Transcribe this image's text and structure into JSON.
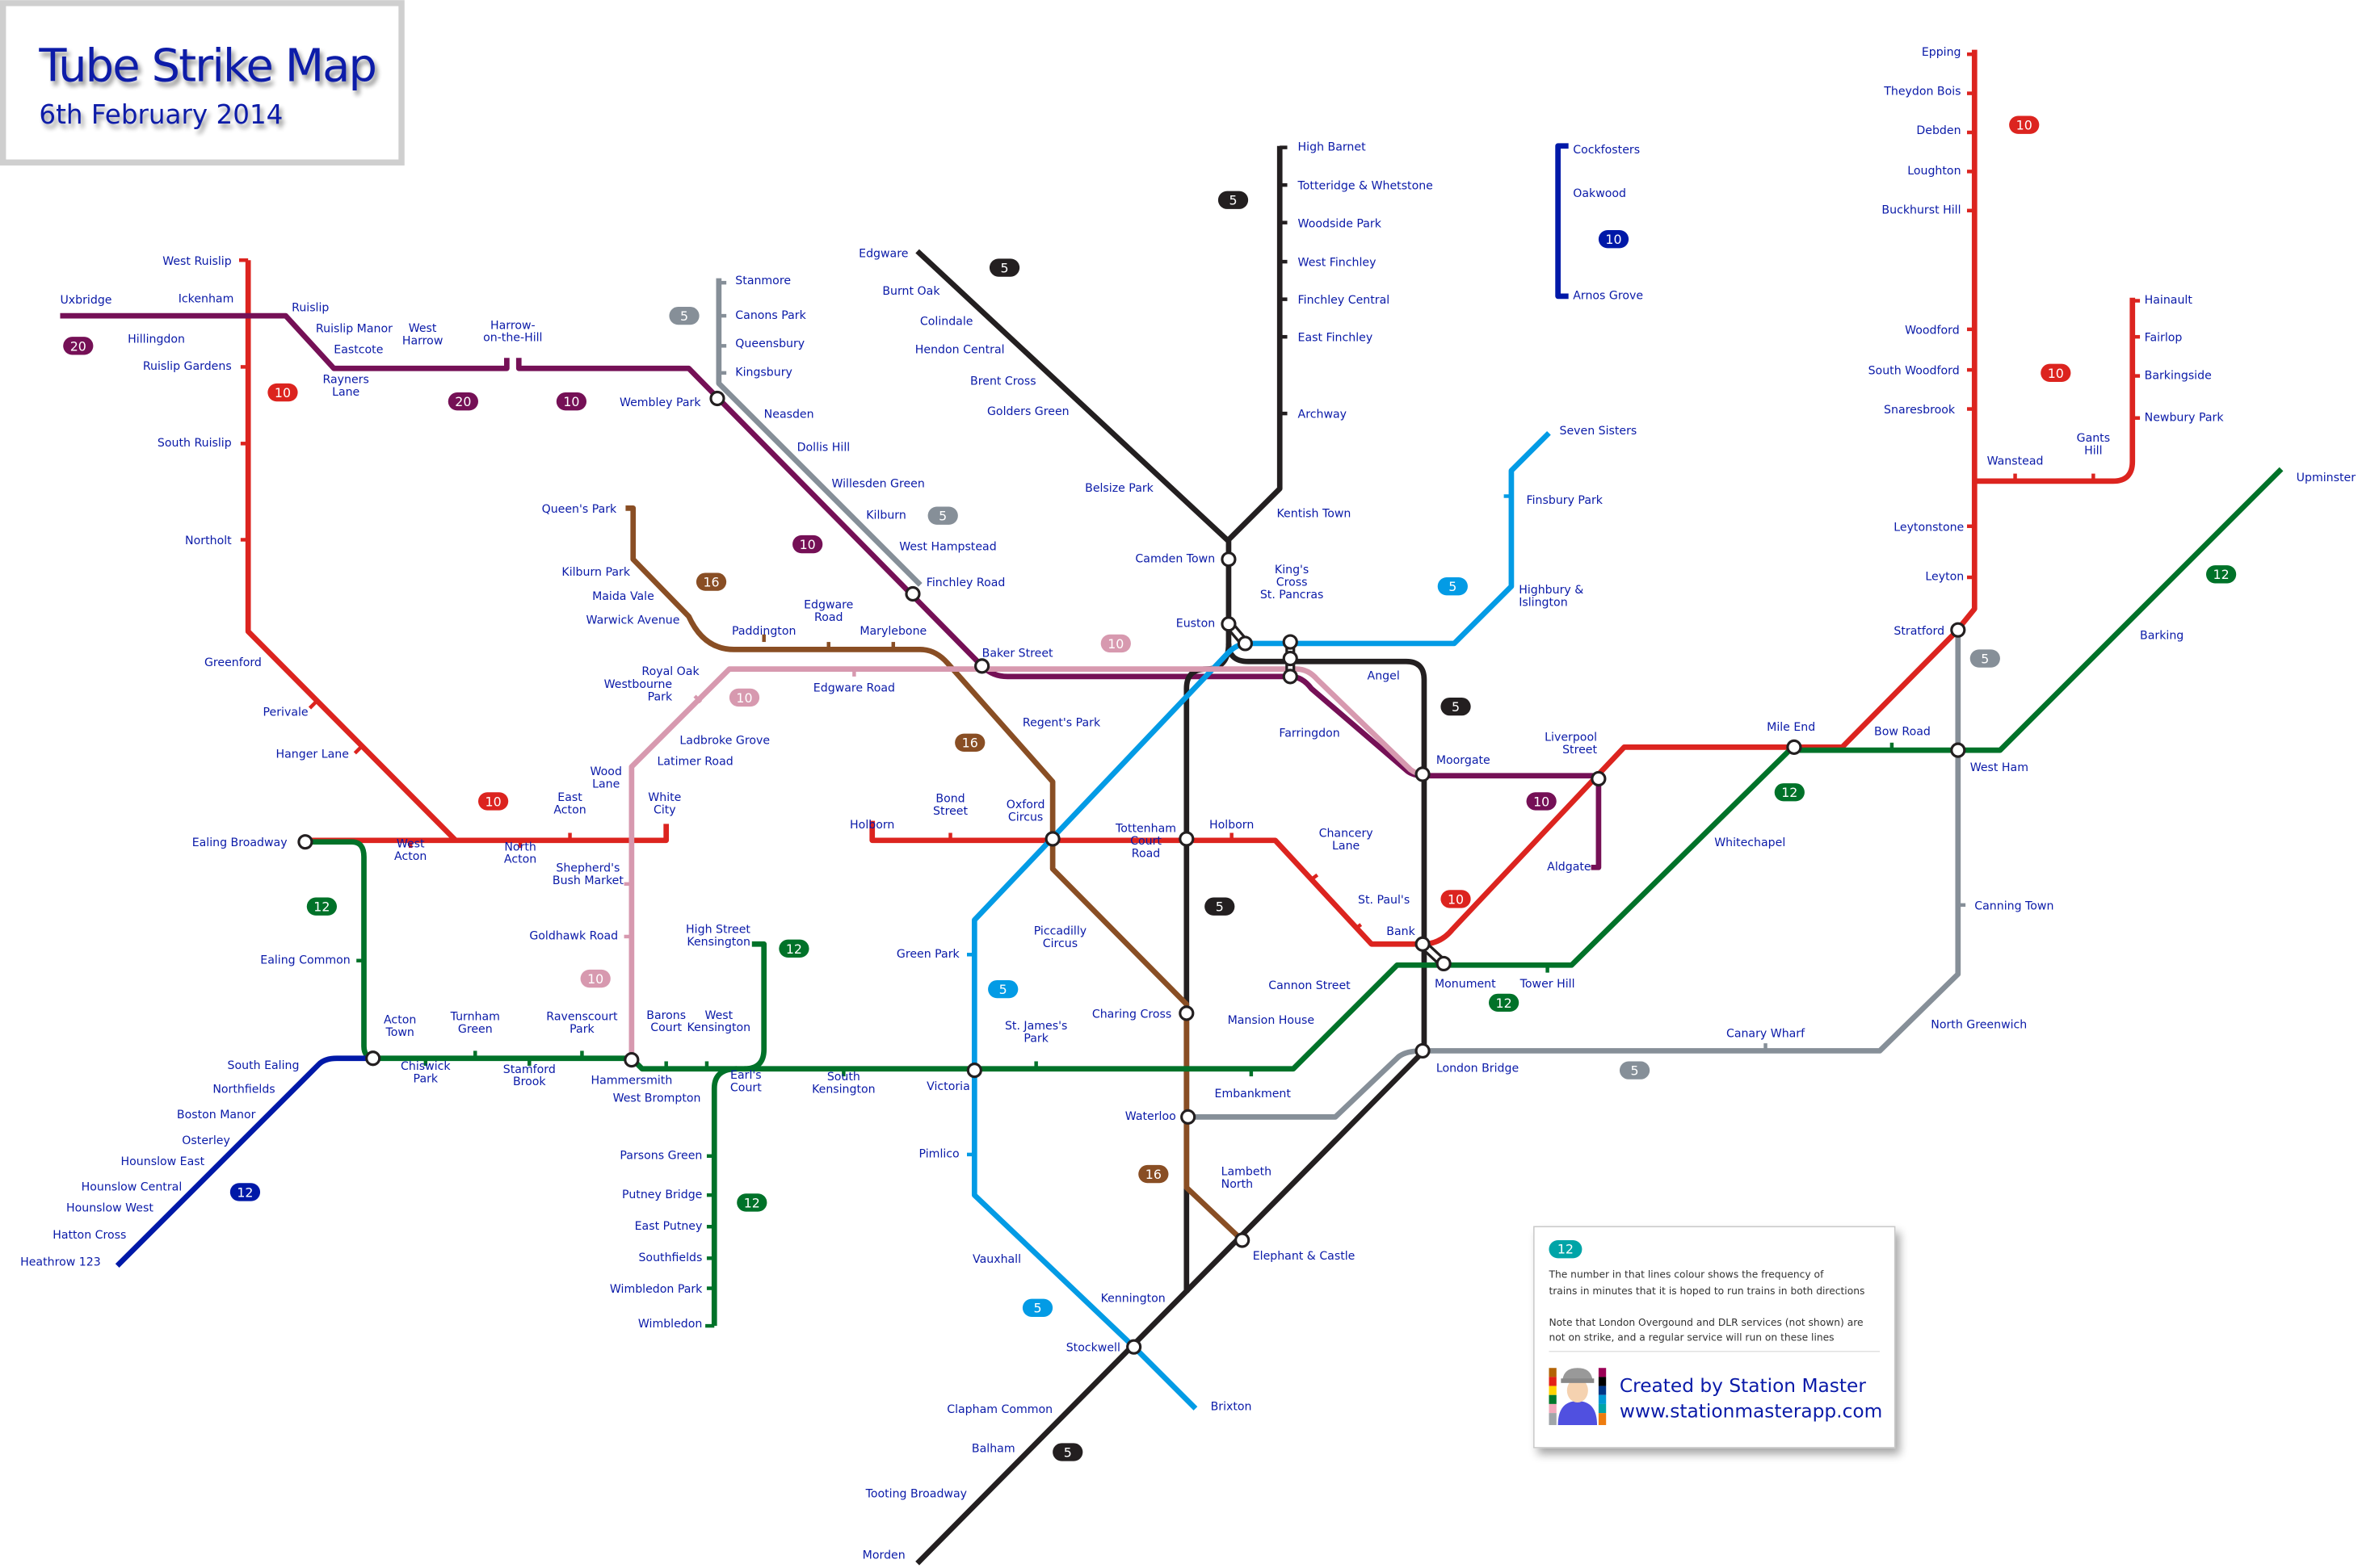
{
  "title": "Tube Strike Map",
  "subtitle": "6th February 2014",
  "line_colors": {
    "central": "#dc241f",
    "metropolitan": "#751056",
    "jubilee": "#868f98",
    "northern": "#231f20",
    "piccadilly": "#0019a8",
    "victoria": "#039be5",
    "bakerloo": "#894e24",
    "hammersmith_city": "#d799af",
    "district": "#007229",
    "legend": "#00a4a7"
  },
  "stations": {
    "westRuislip": "West Ruislip",
    "uxbridge": "Uxbridge",
    "ickenham": "Ickenham",
    "hillingdon": "Hillingdon",
    "ruislip": "Ruislip",
    "ruislipManor": "Ruislip Manor",
    "eastcote": "Eastcote",
    "westHarrow": [
      "West",
      "Harrow"
    ],
    "harrowHill": [
      "Harrow-",
      "on-the-Hill"
    ],
    "ruislipGardens": "Ruislip Gardens",
    "raynersLane": [
      "Rayners",
      "Lane"
    ],
    "southRuislip": "South Ruislip",
    "northolt": "Northolt",
    "greenford": "Greenford",
    "perivale": "Perivale",
    "hangerLane": "Hanger Lane",
    "ealingBroadway": "Ealing Broadway",
    "westActon": [
      "West",
      "Acton"
    ],
    "northActon": [
      "North",
      "Acton"
    ],
    "eastActon": [
      "East",
      "Acton"
    ],
    "shepherdsBush": [
      "Shepherd's",
      "Bush Market"
    ],
    "woodLane": [
      "Wood",
      "Lane"
    ],
    "whiteCity": [
      "White",
      "City"
    ],
    "goldhawkRoad": "Goldhawk Road",
    "ealingCommon": "Ealing Common",
    "actonTown": [
      "Acton",
      "Town"
    ],
    "chiswickPark": [
      "Chiswick",
      "Park"
    ],
    "turnhamGreen": [
      "Turnham",
      "Green"
    ],
    "stamfordBrook": [
      "Stamford",
      "Brook"
    ],
    "ravenscourtPark": [
      "Ravenscourt",
      "Park"
    ],
    "hammersmith": "Hammersmith",
    "baronsCourt": [
      "Barons",
      "Court"
    ],
    "westKensington": [
      "West",
      "Kensington"
    ],
    "westBrompton": "West Brompton",
    "earlsCourt": [
      "Earl's",
      "Court"
    ],
    "highStKen": [
      "High Street",
      "Kensington"
    ],
    "southKensington": [
      "South",
      "Kensington"
    ],
    "parsonsGreen": "Parsons Green",
    "putneyBridge": "Putney Bridge",
    "eastPutney": "East Putney",
    "southfields": "Southfields",
    "wimbledonPark": "Wimbledon Park",
    "wimbledon": "Wimbledon",
    "southEaling": "South Ealing",
    "northfields": "Northfields",
    "bostonManor": "Boston Manor",
    "osterley": "Osterley",
    "hounslowEast": "Hounslow East",
    "hounslowCentral": "Hounslow Central",
    "hounslowWest": "Hounslow West",
    "hattonCross": "Hatton Cross",
    "heathrow": "Heathrow 123",
    "wembleyPark": "Wembley Park",
    "stanmore": "Stanmore",
    "canonsPark": "Canons Park",
    "queensbury": "Queensbury",
    "kingsbury": "Kingsbury",
    "neasden": "Neasden",
    "dollisHill": "Dollis Hill",
    "willesdenGreen": "Willesden Green",
    "kilburn": "Kilburn",
    "westHampstead": "West Hampstead",
    "finchleyRoad": "Finchley Road",
    "bakerStreet": "Baker Street",
    "queensPark": "Queen's Park",
    "kilburnPark": "Kilburn Park",
    "maidaVale": "Maida Vale",
    "warwickAvenue": "Warwick Avenue",
    "paddington": "Paddington",
    "edgwareRoadB": [
      "Edgware",
      "Road"
    ],
    "marylebone": "Marylebone",
    "royalOak": "Royal Oak",
    "westbournePark": [
      "Westbourne",
      "Park"
    ],
    "ladbrokeGrove": "Ladbroke Grove",
    "latimerRoad": "Latimer Road",
    "edgwareRoadHC": "Edgware Road",
    "regentsPark": "Regent's Park",
    "edgware": "Edgware",
    "burntOak": "Burnt Oak",
    "colindale": "Colindale",
    "hendonCentral": "Hendon Central",
    "brentCross": "Brent Cross",
    "goldersGreen": "Golders Green",
    "belsizePark": "Belsize Park",
    "highBarnet": "High Barnet",
    "totteridge": "Totteridge & Whetstone",
    "woodsidePark": "Woodside Park",
    "westFinchley": "West Finchley",
    "finchleyCentral": "Finchley Central",
    "eastFinchley": "East Finchley",
    "archway": "Archway",
    "kentishTown": "Kentish Town",
    "camdenTown": "Camden Town",
    "euston": "Euston",
    "kingsCross": [
      "King's",
      "Cross",
      "St. Pancras"
    ],
    "cockfosters": "Cockfosters",
    "oakwood": "Oakwood",
    "arnosGrove": "Arnos Grove",
    "sevenSisters": "Seven Sisters",
    "finsburyPark": "Finsbury Park",
    "highbury": [
      "Highbury &",
      "Islington"
    ],
    "angel": "Angel",
    "farringdon": "Farringdon",
    "moorgate": "Moorgate",
    "liverpoolSt": [
      "Liverpool",
      "Street"
    ],
    "aldgate": "Aldgate",
    "holbornW": "Holborn",
    "bondStreet": [
      "Bond",
      "Street"
    ],
    "oxfordCircus": [
      "Oxford",
      "Circus"
    ],
    "tcr": [
      "Tottenham",
      "Court",
      "Road"
    ],
    "holbornE": "Holborn",
    "chanceryLane": [
      "Chancery",
      "Lane"
    ],
    "stPauls": "St. Paul's",
    "bank": "Bank",
    "monument": "Monument",
    "towerHill": "Tower Hill",
    "cannonStreet": "Cannon Street",
    "mansionHouse": "Mansion  House",
    "embankment": "Embankment",
    "charingCross": "Charing Cross",
    "piccadillyCircus": [
      "Piccadilly",
      "Circus"
    ],
    "greenPark": "Green Park",
    "stJamesPark": [
      "St. James's",
      "Park"
    ],
    "victoria": "Victoria",
    "waterloo": "Waterloo",
    "lambethNorth": [
      "Lambeth",
      "North"
    ],
    "elephant": "Elephant & Castle",
    "kennington": "Kennington",
    "vauxhall": "Vauxhall",
    "pimlico": "Pimlico",
    "stockwell": "Stockwell",
    "brixton": "Brixton",
    "claphamCommon": "Clapham Common",
    "balham": "Balham",
    "tooting": "Tooting Broadway",
    "morden": "Morden",
    "londonBridge": "London Bridge",
    "canaryWharf": "Canary Wharf",
    "northGreenwich": "North Greenwich",
    "canningTown": "Canning Town",
    "westHam": "West Ham",
    "bowRoad": "Bow Road",
    "mileEnd": "Mile End",
    "whitechapel": "Whitechapel",
    "stratford": "Stratford",
    "leyton": "Leyton",
    "leytonstone": "Leytonstone",
    "wanstead": "Wanstead",
    "gantsHill": [
      "Gants",
      "Hill"
    ],
    "newburyPark": "Newbury Park",
    "barkingside": "Barkingside",
    "fairlop": "Fairlop",
    "hainault": "Hainault",
    "snaresbrook": "Snaresbrook",
    "southWoodford": "South Woodford",
    "woodford": "Woodford",
    "buckhurstHill": "Buckhurst Hill",
    "loughton": "Loughton",
    "debden": "Debden",
    "theydonBois": "Theydon Bois",
    "epping": "Epping",
    "barking": "Barking",
    "upminster": "Upminster"
  },
  "frequency_badges": [
    {
      "value": "20",
      "line": "metropolitan"
    },
    {
      "value": "10",
      "line": "central"
    },
    {
      "value": "20",
      "line": "metropolitan"
    },
    {
      "value": "10",
      "line": "metropolitan"
    },
    {
      "value": "5",
      "line": "jubilee"
    },
    {
      "value": "5",
      "line": "northern"
    },
    {
      "value": "5",
      "line": "northern"
    },
    {
      "value": "10",
      "line": "piccadilly"
    },
    {
      "value": "10",
      "line": "central"
    },
    {
      "value": "10",
      "line": "central"
    },
    {
      "value": "12",
      "line": "district"
    },
    {
      "value": "5",
      "line": "jubilee"
    },
    {
      "value": "5",
      "line": "jubilee"
    },
    {
      "value": "10",
      "line": "metropolitan"
    },
    {
      "value": "16",
      "line": "bakerloo"
    },
    {
      "value": "10",
      "line": "hammersmith_city"
    },
    {
      "value": "10",
      "line": "hammersmith_city"
    },
    {
      "value": "16",
      "line": "bakerloo"
    },
    {
      "value": "5",
      "line": "victoria"
    },
    {
      "value": "5",
      "line": "northern"
    },
    {
      "value": "12",
      "line": "district"
    },
    {
      "value": "10",
      "line": "metropolitan"
    },
    {
      "value": "10",
      "line": "central"
    },
    {
      "value": "10",
      "line": "central"
    },
    {
      "value": "12",
      "line": "district"
    },
    {
      "value": "12",
      "line": "district"
    },
    {
      "value": "10",
      "line": "hammersmith_city"
    },
    {
      "value": "5",
      "line": "northern"
    },
    {
      "value": "5",
      "line": "victoria"
    },
    {
      "value": "12",
      "line": "district"
    },
    {
      "value": "5",
      "line": "jubilee"
    },
    {
      "value": "16",
      "line": "bakerloo"
    },
    {
      "value": "12",
      "line": "district"
    },
    {
      "value": "12",
      "line": "piccadilly"
    },
    {
      "value": "5",
      "line": "victoria"
    },
    {
      "value": "5",
      "line": "northern"
    }
  ],
  "legend": {
    "badge": "12",
    "text_lines": [
      "The number in that lines colour shows the frequency of",
      "trains in minutes that it is hoped to run trains in both directions",
      "Note that London Overgound and DLR services (not shown) are",
      "not on strike, and a regular service will run on these lines"
    ],
    "credit": "Created by Station Master",
    "website": "www.stationmasterapp.com"
  }
}
